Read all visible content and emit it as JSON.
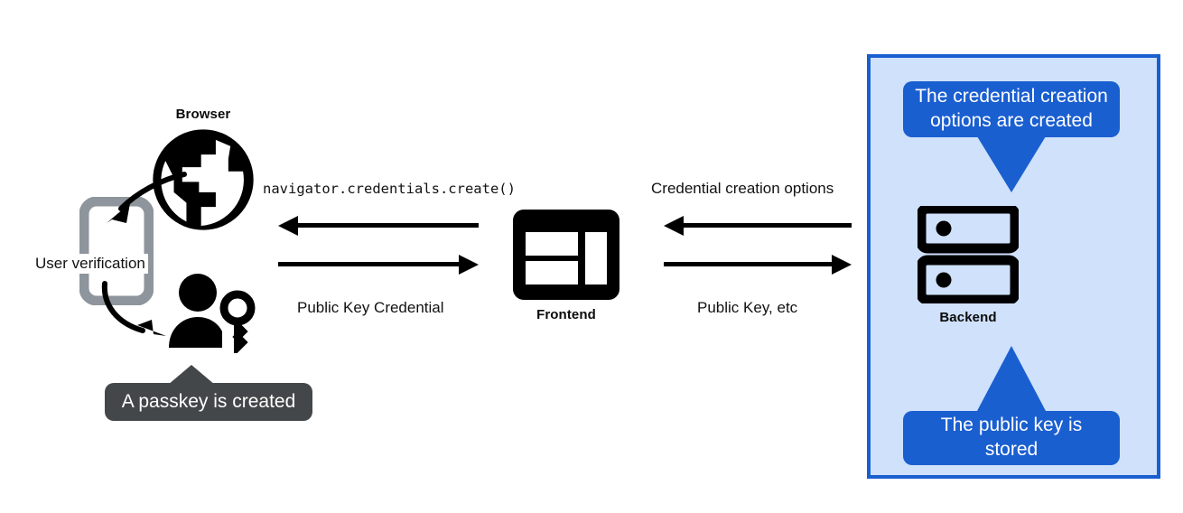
{
  "diagram": {
    "title": "WebAuthn passkey registration flow",
    "colors": {
      "panel_fill": "#cfe1fb",
      "panel_border": "#1a5fd0",
      "callout_blue": "#1a5fd0",
      "callout_gray": "#444749",
      "icon_black": "#000000",
      "phone_gray": "#8e959c",
      "text_black": "#121212",
      "text_white": "#ffffff"
    }
  },
  "client": {
    "browser_label": "Browser",
    "browser_icon": "globe-icon",
    "phone_icon": "mobile-phone-icon",
    "user_key_icon": "user-with-key-icon",
    "user_verification_label": "User verification",
    "passkey_callout": "A passkey is created",
    "curved_arrow_browser_to_phone": "curved-arrow-down-left-icon",
    "curved_arrow_phone_to_user": "curved-arrow-down-right-icon"
  },
  "frontend": {
    "label": "Frontend",
    "icon": "browser-wireframe-icon"
  },
  "backend": {
    "label": "Backend",
    "icon": "server-rack-icon",
    "top_callout": "The credential creation options are created",
    "top_callout_line1": "The credential creation",
    "top_callout_line2": "options are created",
    "bottom_callout": "The public key is stored",
    "bottom_callout_line1": "The public key is",
    "bottom_callout_line2": "stored"
  },
  "flows": {
    "left": {
      "top_label": "navigator.credentials.create()",
      "top_direction": "left",
      "bottom_label": "Public Key Credential",
      "bottom_direction": "right"
    },
    "right": {
      "top_label": "Credential creation options",
      "top_direction": "left",
      "bottom_label": "Public Key, etc",
      "bottom_direction": "right"
    }
  }
}
